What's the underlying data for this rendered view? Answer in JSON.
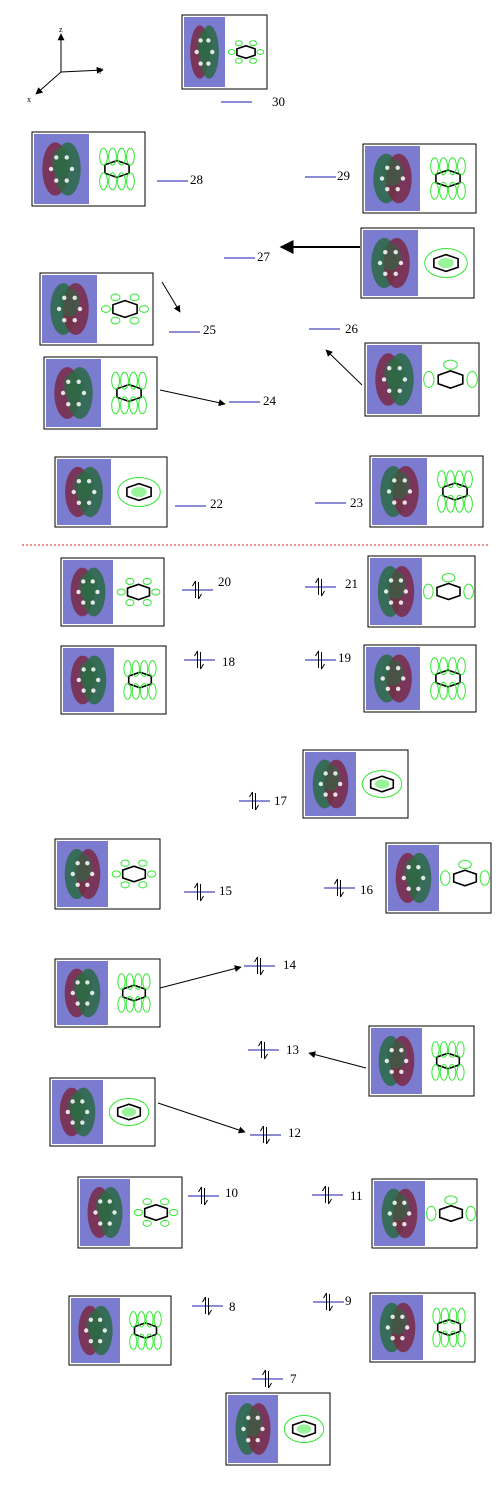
{
  "axes": {
    "x": "x",
    "y": "y",
    "z": "z"
  },
  "colors": {
    "level": "#1a1aaa",
    "panel": "#7b7bd0",
    "lobe_pos": "#7a2a45",
    "lobe_neg": "#2b6a45",
    "orbital_line": "#33e833",
    "divider": "#d22222"
  },
  "orbitals": [
    {
      "n": "30",
      "occupied": false
    },
    {
      "n": "29",
      "occupied": false
    },
    {
      "n": "28",
      "occupied": false
    },
    {
      "n": "27",
      "occupied": false
    },
    {
      "n": "26",
      "occupied": false
    },
    {
      "n": "25",
      "occupied": false
    },
    {
      "n": "24",
      "occupied": false
    },
    {
      "n": "23",
      "occupied": false
    },
    {
      "n": "22",
      "occupied": false
    },
    {
      "n": "21",
      "occupied": true
    },
    {
      "n": "20",
      "occupied": true
    },
    {
      "n": "19",
      "occupied": true
    },
    {
      "n": "18",
      "occupied": true
    },
    {
      "n": "17",
      "occupied": true
    },
    {
      "n": "16",
      "occupied": true
    },
    {
      "n": "15",
      "occupied": true
    },
    {
      "n": "14",
      "occupied": true
    },
    {
      "n": "13",
      "occupied": true
    },
    {
      "n": "12",
      "occupied": true
    },
    {
      "n": "11",
      "occupied": true
    },
    {
      "n": "10",
      "occupied": true
    },
    {
      "n": "9",
      "occupied": true
    },
    {
      "n": "8",
      "occupied": true
    },
    {
      "n": "7",
      "occupied": true
    }
  ]
}
